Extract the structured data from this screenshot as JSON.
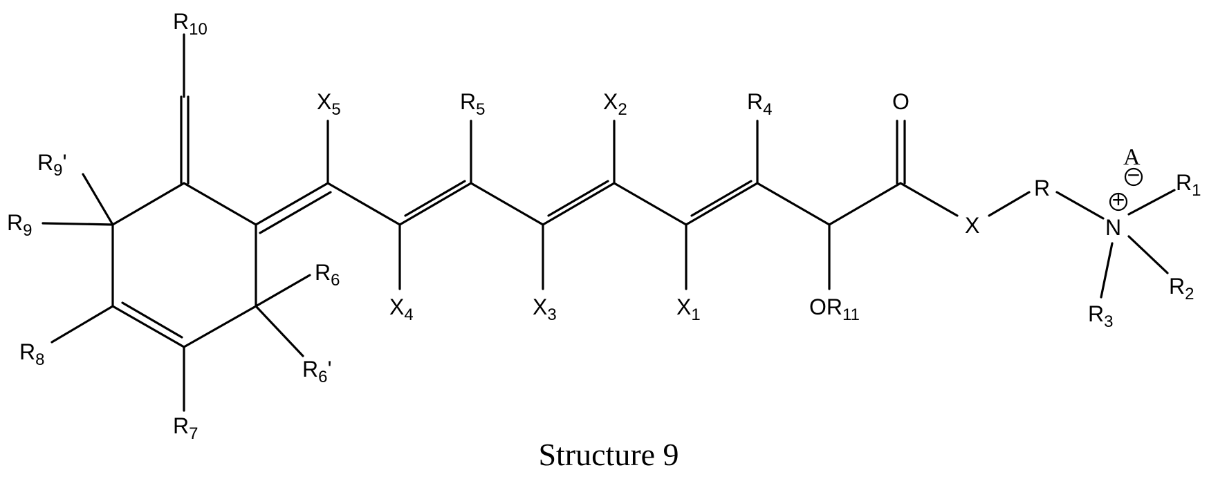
{
  "caption": "Structure 9",
  "labels": {
    "R10": {
      "base": "R",
      "sub": "10"
    },
    "R9p": {
      "base": "R",
      "sub": "9",
      "suffix": "'"
    },
    "R9": {
      "base": "R",
      "sub": "9"
    },
    "R8": {
      "base": "R",
      "sub": "8"
    },
    "R7": {
      "base": "R",
      "sub": "7"
    },
    "R6": {
      "base": "R",
      "sub": "6"
    },
    "R6p": {
      "base": "R",
      "sub": "6",
      "suffix": "'"
    },
    "X5": {
      "base": "X",
      "sub": "5"
    },
    "X4": {
      "base": "X",
      "sub": "4"
    },
    "R5": {
      "base": "R",
      "sub": "5"
    },
    "X3": {
      "base": "X",
      "sub": "3"
    },
    "X2": {
      "base": "X",
      "sub": "2"
    },
    "X1": {
      "base": "X",
      "sub": "1"
    },
    "R4": {
      "base": "R",
      "sub": "4"
    },
    "O": {
      "base": "O"
    },
    "OR11": {
      "base": "OR",
      "sub": "11"
    },
    "X": {
      "base": "X"
    },
    "R": {
      "base": "R"
    },
    "N": {
      "base": "N"
    },
    "A": {
      "base": "A"
    },
    "plus": {
      "base": "+"
    },
    "minus": {
      "base": "−"
    },
    "R1": {
      "base": "R",
      "sub": "1"
    },
    "R2": {
      "base": "R",
      "sub": "2"
    },
    "R3": {
      "base": "R",
      "sub": "3"
    }
  }
}
